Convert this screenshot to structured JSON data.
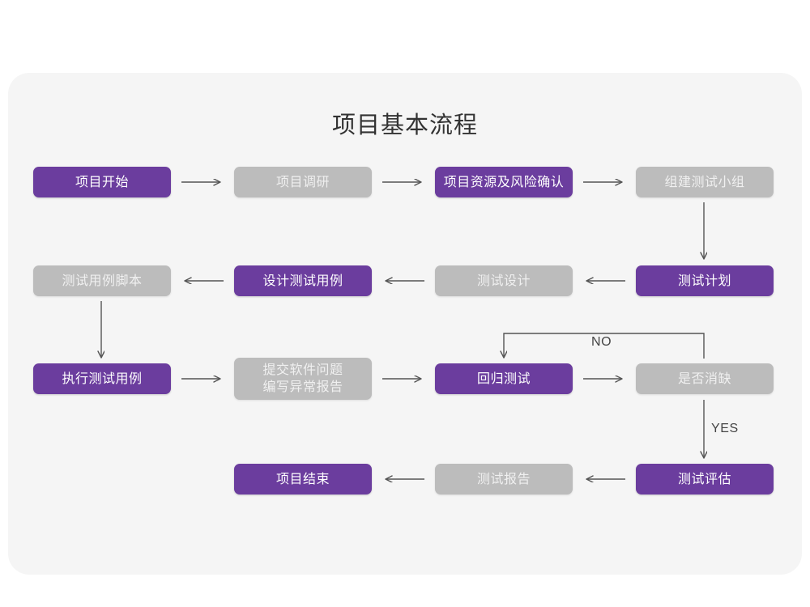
{
  "page": {
    "title": "项目基本流程",
    "background": "#ffffff",
    "card_background": "#f5f5f5"
  },
  "palette": {
    "purple": "#6b3d9e",
    "gray": "#bcbcbc",
    "arrow": "#555555",
    "title_color": "#333333"
  },
  "flow": {
    "nodes": [
      {
        "id": "n1",
        "label": "项目开始",
        "style": "purple",
        "row": 1
      },
      {
        "id": "n2",
        "label": "项目调研",
        "style": "gray",
        "row": 1
      },
      {
        "id": "n3",
        "label": "项目资源及风险确认",
        "style": "purple",
        "row": 1
      },
      {
        "id": "n4",
        "label": "组建测试小组",
        "style": "gray",
        "row": 1
      },
      {
        "id": "n5",
        "label": "测试用例脚本",
        "style": "gray",
        "row": 2
      },
      {
        "id": "n6",
        "label": "设计测试用例",
        "style": "purple",
        "row": 2
      },
      {
        "id": "n7",
        "label": "测试设计",
        "style": "gray",
        "row": 2
      },
      {
        "id": "n8",
        "label": "测试计划",
        "style": "purple",
        "row": 2
      },
      {
        "id": "n9",
        "label": "执行测试用例",
        "style": "purple",
        "row": 3
      },
      {
        "id": "n10",
        "label": "提交软件问题\n编写异常报告",
        "style": "gray",
        "row": 3
      },
      {
        "id": "n11",
        "label": "回归测试",
        "style": "purple",
        "row": 3
      },
      {
        "id": "n12",
        "label": "是否消缺",
        "style": "gray",
        "row": 3
      },
      {
        "id": "n13",
        "label": "项目结束",
        "style": "purple",
        "row": 4
      },
      {
        "id": "n14",
        "label": "测试报告",
        "style": "gray",
        "row": 4
      },
      {
        "id": "n15",
        "label": "测试评估",
        "style": "purple",
        "row": 4
      }
    ],
    "edge_labels": [
      {
        "id": "no",
        "text": "NO"
      },
      {
        "id": "yes",
        "text": "YES"
      }
    ]
  }
}
